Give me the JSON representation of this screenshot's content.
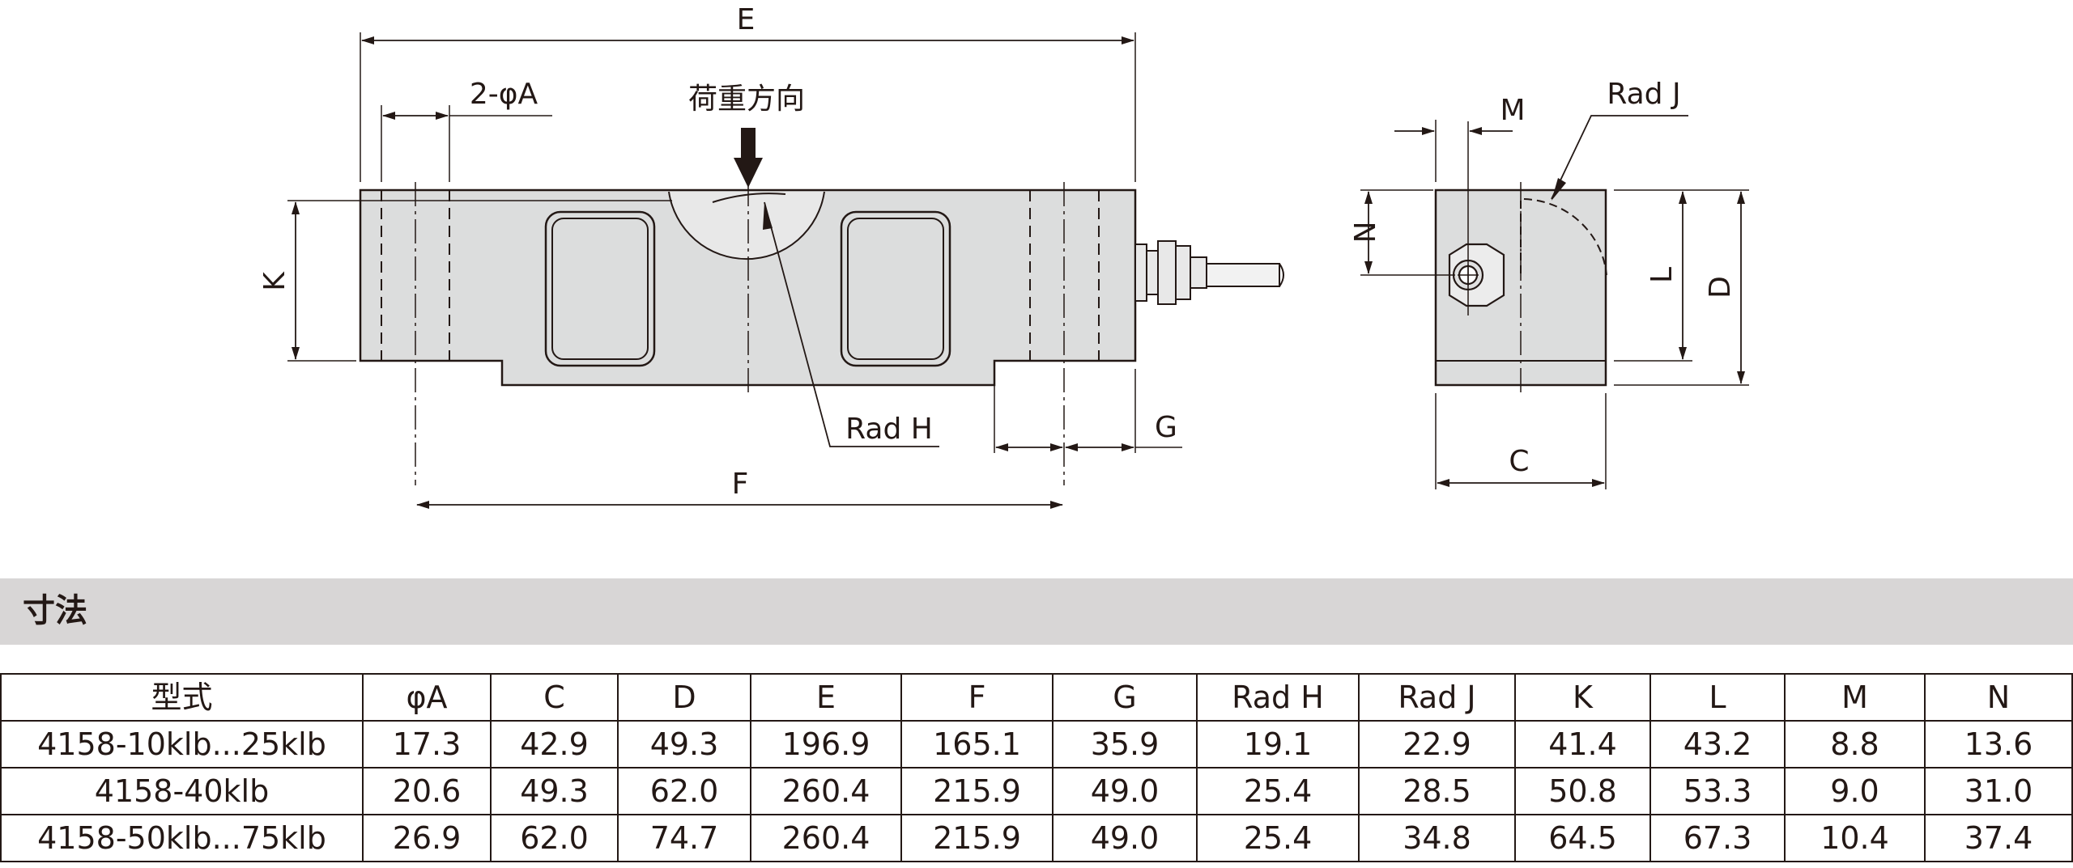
{
  "diagram": {
    "labels": {
      "E": "E",
      "holes": "2-φA",
      "load_direction": "荷重方向",
      "K": "K",
      "rad_h": "Rad H",
      "G": "G",
      "F": "F",
      "M": "M",
      "rad_j": "Rad J",
      "N": "N",
      "L": "L",
      "D": "D",
      "C": "C"
    }
  },
  "section": {
    "title": "寸法"
  },
  "table": {
    "headers": [
      "型式",
      "φA",
      "C",
      "D",
      "E",
      "F",
      "G",
      "Rad H",
      "Rad J",
      "K",
      "L",
      "M",
      "N"
    ],
    "rows": [
      [
        "4158-10klb...25klb",
        "17.3",
        "42.9",
        "49.3",
        "196.9",
        "165.1",
        "35.9",
        "19.1",
        "22.9",
        "41.4",
        "43.2",
        "8.8",
        "13.6"
      ],
      [
        "4158-40klb",
        "20.6",
        "49.3",
        "62.0",
        "260.4",
        "215.9",
        "49.0",
        "25.4",
        "28.5",
        "50.8",
        "53.3",
        "9.0",
        "31.0"
      ],
      [
        "4158-50klb...75klb",
        "26.9",
        "62.0",
        "74.7",
        "260.4",
        "215.9",
        "49.0",
        "25.4",
        "34.8",
        "64.5",
        "67.3",
        "10.4",
        "37.4"
      ]
    ]
  }
}
